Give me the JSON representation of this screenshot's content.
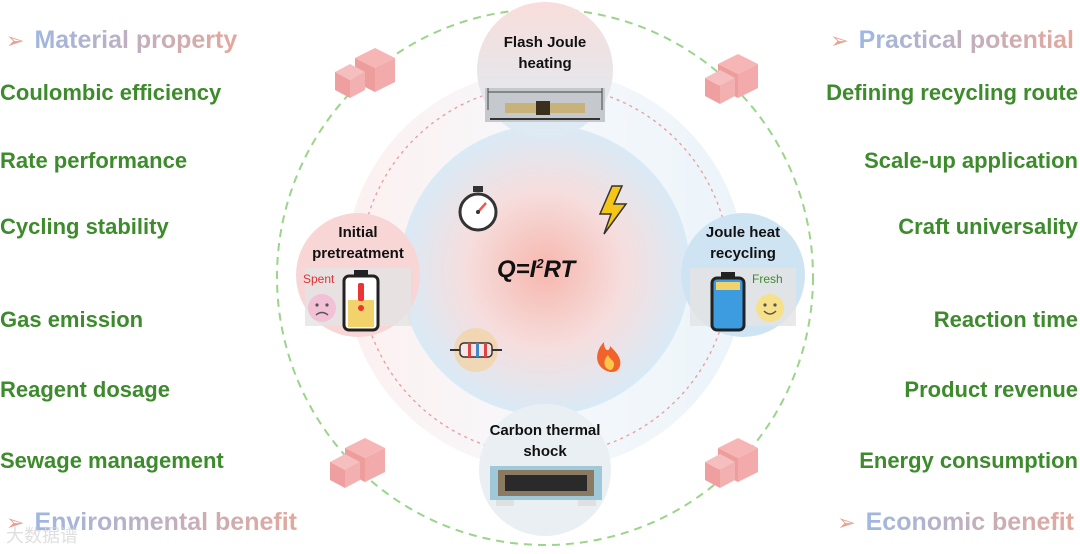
{
  "headers": {
    "top_left": "Material property",
    "top_right": "Practical potential",
    "bottom_left": "Environmental benefit",
    "bottom_right": "Economic benefit"
  },
  "left_items": [
    "Coulombic efficiency",
    "Rate performance",
    "Cycling stability",
    "Gas emission",
    "Reagent dosage",
    "Sewage management"
  ],
  "right_items": [
    "Defining recycling route",
    "Scale-up application",
    "Craft universality",
    "Reaction time",
    "Product revenue",
    "Energy consumption"
  ],
  "center": {
    "formula_main": "Q=I",
    "formula_sup": "2",
    "formula_tail": "RT"
  },
  "nodes": {
    "top": "Flash Joule heating",
    "left": "Initial pretreatment",
    "right": "Joule heat recycling",
    "bottom": "Carbon thermal shock"
  },
  "battery_labels": {
    "spent": "Spent",
    "fresh": "Fresh"
  },
  "watermark": "大数据谱",
  "icons": [
    "stopwatch-icon",
    "lightning-icon",
    "resistor-icon",
    "fire-icon",
    "cube-icon",
    "battery-icon",
    "face-icon"
  ],
  "colors": {
    "green_text": "#3d8b2c",
    "arrow": "#e8a191",
    "outer_dash": "#9bd48a",
    "inner_dash": "#e8a0a0",
    "left_node": "#f8d6d6",
    "right_node": "#cfe4f3"
  }
}
